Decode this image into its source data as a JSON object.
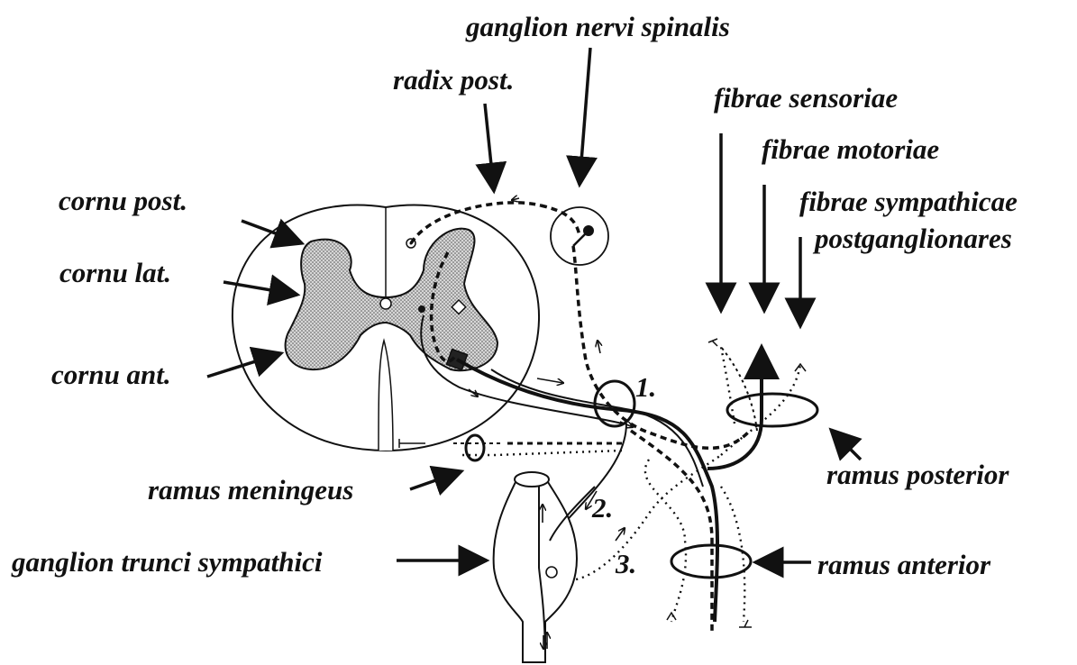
{
  "labels": {
    "ganglion_nervi_spinalis": "ganglion nervi spinalis",
    "radix_post": "radix post.",
    "fibrae_sensoriae": "fibrae sensoriae",
    "fibrae_motoriae": "fibrae motoriae",
    "fibrae_sympathicae_line1": "fibrae sympathicae",
    "fibrae_sympathicae_line2": "postganglionares",
    "cornu_post": "cornu post.",
    "cornu_lat": "cornu lat.",
    "cornu_ant": "cornu ant.",
    "ramus_meningeus": "ramus meningeus",
    "ganglion_trunci_sympathici": "ganglion trunci sympathici",
    "ramus_posterior": "ramus posterior",
    "ramus_anterior": "ramus anterior",
    "marker_1": "1.",
    "marker_2": "2.",
    "marker_3": "3."
  },
  "colors": {
    "ink": "#111111",
    "grey_matter": "#c9c9c9",
    "background": "#ffffff"
  }
}
